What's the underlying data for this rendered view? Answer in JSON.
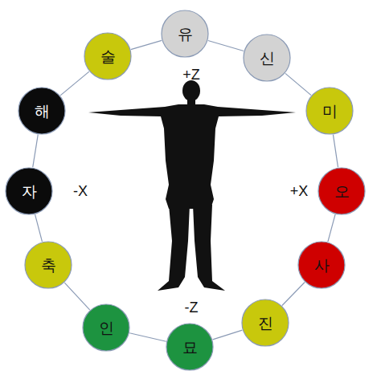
{
  "diagram": {
    "nodes": [
      {
        "text": [
          "유"
        ]
      },
      {
        "text": [
          "신"
        ]
      },
      {
        "text": [
          "미"
        ]
      },
      {
        "text": [
          "오"
        ]
      },
      {
        "text": [
          "사"
        ]
      },
      {
        "text": [
          "진"
        ]
      },
      {
        "text": [
          "묘"
        ]
      },
      {
        "text": [
          "인"
        ]
      },
      {
        "text": [
          "축"
        ]
      },
      {
        "text": [
          "자"
        ]
      },
      {
        "text": [
          "해"
        ]
      },
      {
        "text": [
          "술"
        ]
      }
    ],
    "edges": [
      {
        "from": 0,
        "to": 1,
        "arrow": "none"
      },
      {
        "from": 1,
        "to": 2,
        "arrow": "none"
      },
      {
        "from": 2,
        "to": 3,
        "arrow": "none"
      },
      {
        "from": 3,
        "to": 4,
        "arrow": "none"
      },
      {
        "from": 4,
        "to": 5,
        "arrow": "none"
      },
      {
        "from": 5,
        "to": 6,
        "arrow": "none"
      },
      {
        "from": 6,
        "to": 7,
        "arrow": "none"
      },
      {
        "from": 7,
        "to": 8,
        "arrow": "none"
      },
      {
        "from": 8,
        "to": 9,
        "arrow": "none"
      },
      {
        "from": 9,
        "to": 10,
        "arrow": "none"
      },
      {
        "from": 10,
        "to": 11,
        "arrow": "none"
      },
      {
        "from": 11,
        "to": 0,
        "arrow": "none"
      }
    ],
    "labels": [
      "+Z",
      "-X",
      "+X",
      "-Z"
    ]
  }
}
